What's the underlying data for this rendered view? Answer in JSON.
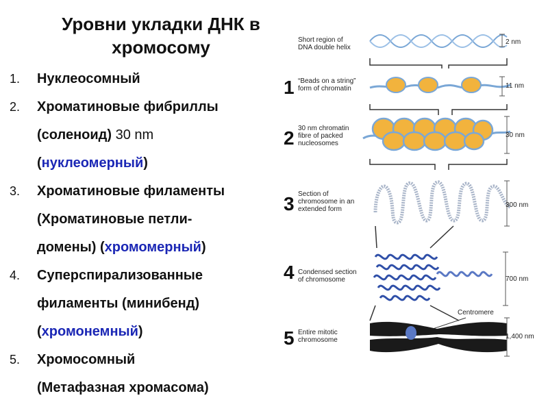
{
  "title": "Уровни укладки ДНК в хромосому",
  "levels": [
    {
      "num": "1.",
      "lines": [
        "Нуклеосомный"
      ]
    },
    {
      "num": "2.",
      "l1": "Хроматиновые фибриллы",
      "l2_a": "(соленоид) ",
      "l2_b": "30 nm",
      "l3_open": "(",
      "l3_blue": "нуклеомерный",
      "l3_close": ")"
    },
    {
      "num": "3.",
      "l1": "Хроматиновые филаменты",
      "l2": "(Хроматиновые петли-",
      "l3_a": "домены) (",
      "l3_blue": "хромомерный",
      "l3_close": ")"
    },
    {
      "num": "4.",
      "l1": "Суперспирализованные",
      "l2": "филаменты (минибенд)",
      "l3_open": "(",
      "l3_blue": "хромонемный",
      "l3_close": ")"
    },
    {
      "num": "5.",
      "l1": "Хромосомный",
      "l2": "(Метафазная хромасома)"
    }
  ],
  "figure": {
    "captions": [
      {
        "l1": "Short region of",
        "l2": "DNA double helix",
        "size": "2 nm"
      },
      {
        "l1": "“Beads on a string”",
        "l2": "form of chromatin",
        "size": "11 nm",
        "stage": "1"
      },
      {
        "l1": "30 nm chromatin",
        "l2": "fibre of packed",
        "l3": "nucleosomes",
        "size": "30 nm",
        "stage": "2"
      },
      {
        "l1": "Section of",
        "l2": "chromosome in an",
        "l3": "extended form",
        "size": "300 nm",
        "stage": "3"
      },
      {
        "l1": "Condensed section",
        "l2": "of chromosome",
        "size": "700 nm",
        "stage": "4"
      },
      {
        "l1": "Entire mitotic",
        "l2": "chromosome",
        "size": "1,400 nm",
        "stage": "5"
      }
    ],
    "centromere_label": "Centromere",
    "colors": {
      "dna": "#7aa7d6",
      "nucleosome": "#f2b33d",
      "chromosome": "#1a1a1a",
      "accent_text": "#1b27b5"
    }
  }
}
